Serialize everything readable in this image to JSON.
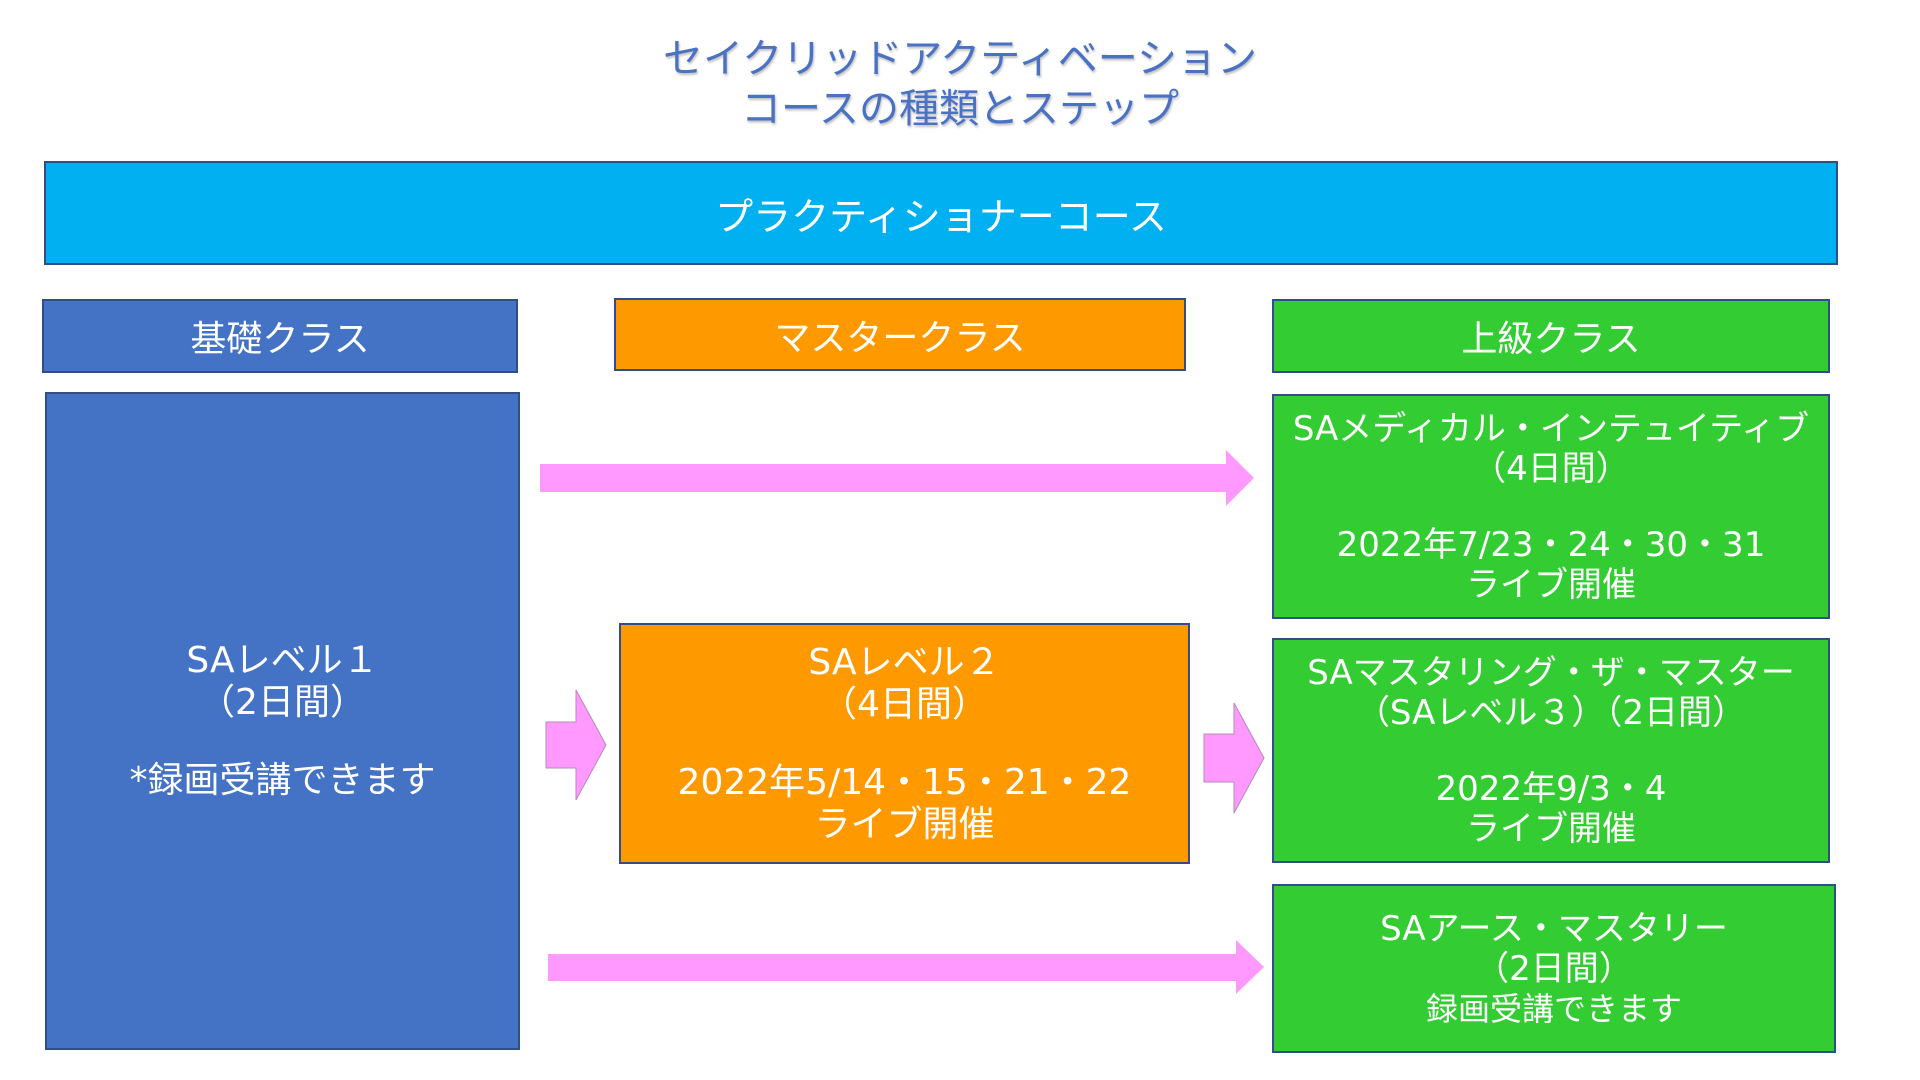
{
  "title": {
    "line1": "セイクリッドアクティベーション",
    "line2": "コースの種類とステップ"
  },
  "banner": {
    "label": "プラクティショナーコース"
  },
  "columns": {
    "basic": "基礎クラス",
    "master": "マスタークラス",
    "advanced": "上級クラス"
  },
  "level1": {
    "name": "SAレベル１",
    "duration": "（2日間）",
    "note": "*録画受講できます"
  },
  "level2": {
    "name": "SAレベル２",
    "duration": "（4日間）",
    "dates": "2022年5/14・15・21・22",
    "format": "ライブ開催"
  },
  "medical": {
    "name": "SAメディカル・インテュイティブ",
    "duration": "（4日間）",
    "dates": "2022年7/23・24・30・31",
    "format": "ライブ開催"
  },
  "mastering": {
    "name": "SAマスタリング・ザ・マスター",
    "duration": "（SAレベル３）（2日間）",
    "dates": "2022年9/3・4",
    "format": "ライブ開催"
  },
  "earth": {
    "name": "SAアース・マスタリー",
    "duration": "（2日間）",
    "note": "録画受講できます"
  },
  "colors": {
    "title": "#4a72c4",
    "banner": "#00b0f0",
    "basic": "#4472c4",
    "master": "#ff9900",
    "advanced": "#33cc33",
    "arrow": "#ff99ff"
  }
}
